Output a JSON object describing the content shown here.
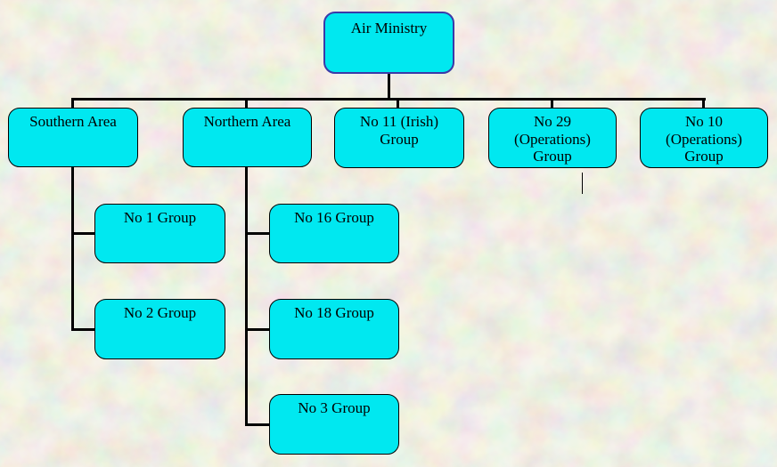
{
  "diagram": {
    "type": "org-chart",
    "nodes": [
      {
        "id": "air-ministry",
        "label": "Air Ministry",
        "parent": null
      },
      {
        "id": "southern-area",
        "label": "Southern Area",
        "parent": "air-ministry"
      },
      {
        "id": "northern-area",
        "label": "Northern Area",
        "parent": "air-ministry"
      },
      {
        "id": "no-11-irish-group",
        "label": "No 11 (Irish) Group",
        "parent": "air-ministry"
      },
      {
        "id": "no-29-operations-group",
        "label": "No 29 (Operations) Group",
        "parent": "air-ministry"
      },
      {
        "id": "no-10-operations-group",
        "label": "No 10 (Operations) Group",
        "parent": "air-ministry"
      },
      {
        "id": "no-1-group",
        "label": "No 1 Group",
        "parent": "southern-area"
      },
      {
        "id": "no-2-group",
        "label": "No 2 Group",
        "parent": "southern-area"
      },
      {
        "id": "no-16-group",
        "label": "No 16 Group",
        "parent": "northern-area"
      },
      {
        "id": "no-18-group",
        "label": "No 18 Group",
        "parent": "northern-area"
      },
      {
        "id": "no-3-group",
        "label": "No 3 Group",
        "parent": "northern-area"
      }
    ],
    "colors": {
      "node_fill": "#00e8f0",
      "node_border": "#000000",
      "root_border": "#3a3aa8",
      "connector": "#000000",
      "text": "#000000",
      "background": "#eceadb"
    }
  }
}
